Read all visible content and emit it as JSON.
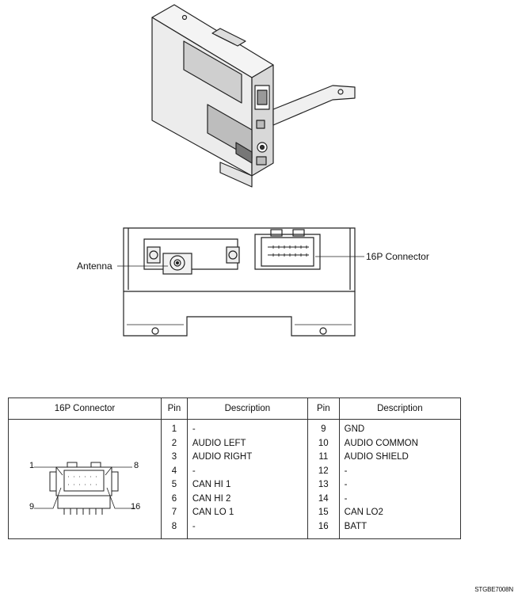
{
  "callouts": {
    "antenna": "Antenna",
    "connector": "16P Connector"
  },
  "table": {
    "headers": {
      "connector": "16P Connector",
      "pin": "Pin",
      "description": "Description"
    },
    "connector_labels": {
      "pin1": "1",
      "pin8": "8",
      "pin9": "9",
      "pin16": "16"
    },
    "left_rows": [
      {
        "pin": "1",
        "desc": "-"
      },
      {
        "pin": "2",
        "desc": "AUDIO LEFT"
      },
      {
        "pin": "3",
        "desc": "AUDIO RIGHT"
      },
      {
        "pin": "4",
        "desc": "-"
      },
      {
        "pin": "5",
        "desc": "CAN HI 1"
      },
      {
        "pin": "6",
        "desc": "CAN HI 2"
      },
      {
        "pin": "7",
        "desc": "CAN LO 1"
      },
      {
        "pin": "8",
        "desc": "-"
      }
    ],
    "right_rows": [
      {
        "pin": "9",
        "desc": "GND"
      },
      {
        "pin": "10",
        "desc": "AUDIO COMMON"
      },
      {
        "pin": "11",
        "desc": "AUDIO SHIELD"
      },
      {
        "pin": "12",
        "desc": "-"
      },
      {
        "pin": "13",
        "desc": "-"
      },
      {
        "pin": "14",
        "desc": "-"
      },
      {
        "pin": "15",
        "desc": "CAN LO2"
      },
      {
        "pin": "16",
        "desc": "BATT"
      }
    ]
  },
  "figure_code": "STGBE7008N"
}
